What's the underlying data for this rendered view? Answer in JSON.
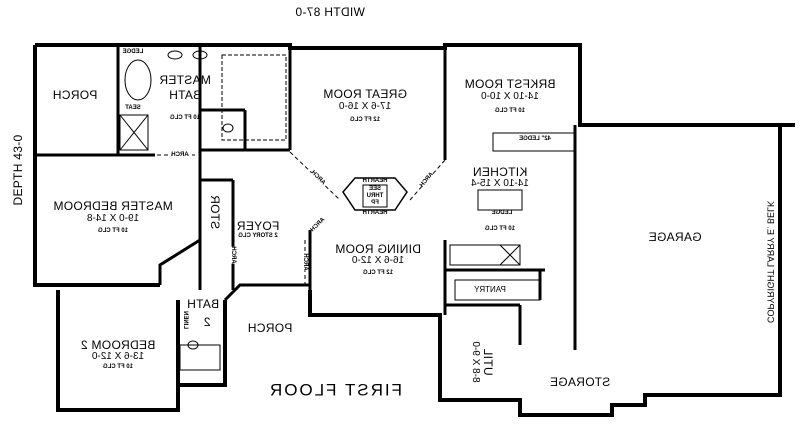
{
  "header": {
    "width": "WIDTH 87-0",
    "depth": "DEPTH 43-0",
    "floor": "FIRST FLOOR",
    "copyright": "COPYRIGHT LARRY E. BELK"
  },
  "rooms": {
    "porch_back": {
      "name": "PORCH"
    },
    "master_bath": {
      "name": "MASTER",
      "name2": "BATH",
      "clg": "10 FT CLG",
      "ledge": "LEDGE",
      "seat": "SEAT"
    },
    "great_room": {
      "name": "GREAT ROOM",
      "dims": "17-6 X 16-0",
      "clg": "12 FT CLG"
    },
    "brkfst_room": {
      "name": "BRKFST ROOM",
      "dims": "14-10 X 10-0",
      "clg": "10 FT CLG",
      "ledge": "42\" LEDGE"
    },
    "kitchen": {
      "name": "KITCHEN",
      "dims": "14-10 X 15-4",
      "ledge": "LEDGE",
      "clg": "10 FT CLG"
    },
    "fireplace": {
      "hearth_top": "HEARTH",
      "see": "SEE",
      "thru": "THRU",
      "fp": "FP",
      "hearth_bottom": "HEARTH"
    },
    "master_bedroom": {
      "name": "MASTER BEDROOM",
      "dims": "19-0 X 14-8",
      "clg": "10 FT CLG"
    },
    "stor": {
      "name": "STOR"
    },
    "foyer": {
      "name": "FOYER",
      "clg": "2 STORY CLG"
    },
    "dining_room": {
      "name": "DINING ROOM",
      "dims": "16-6 X 12-0",
      "clg": "12 FT CLG"
    },
    "garage": {
      "name": "GARAGE"
    },
    "pantry": {
      "name": "PANTRY"
    },
    "bedroom2": {
      "name": "BEDROOM 2",
      "dims": "13-6 X 12-0",
      "clg": "10 FT CLG"
    },
    "bath2": {
      "name": "BATH",
      "num": "2",
      "linen": "LINEN"
    },
    "porch_front": {
      "name": "PORCH"
    },
    "util": {
      "name": "UTIL",
      "dims": "8-8 X 9-0"
    },
    "storage": {
      "name": "STORAGE"
    }
  },
  "arches": [
    "ARCH",
    "ARCH",
    "ARCH",
    "ARCH",
    "ARCH",
    "ARCH"
  ]
}
